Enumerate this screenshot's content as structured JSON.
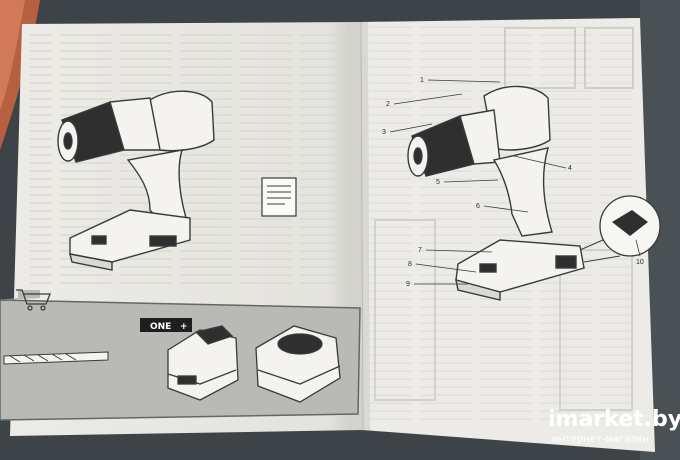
{
  "manual": {
    "callouts": [
      "1",
      "2",
      "3",
      "4",
      "5",
      "6",
      "7",
      "8",
      "9",
      "10"
    ],
    "battery_brand_prefix": "ONE",
    "battery_brand_plus": "+"
  },
  "watermark": {
    "logo_text": "imarket.by",
    "tagline": "интернет-магазин"
  },
  "colors": {
    "paper": "#e9e8e3",
    "paper_shadow": "#cfcdc6",
    "background": "#3d4346",
    "gray_box": "#b9b9b5",
    "line_art": "#3a3a3a"
  }
}
